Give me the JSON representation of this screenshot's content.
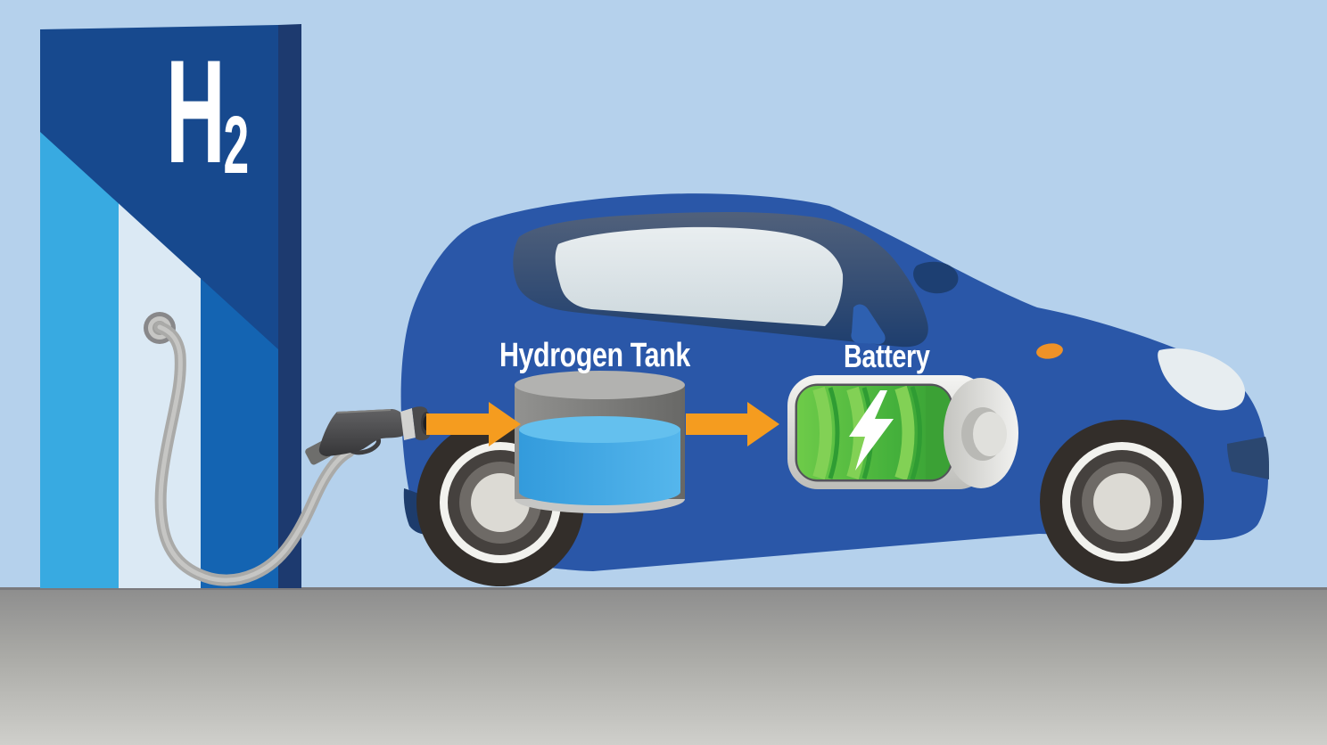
{
  "labels": {
    "station_symbol": "H",
    "station_symbol_subscript": "2",
    "hydrogen_tank": "Hydrogen Tank",
    "battery": "Battery"
  },
  "colors": {
    "sky": "#b5d1ec",
    "ground_top": "#8d8d8d",
    "ground_bottom": "#cfcfcb",
    "pillar_face": "#17498e",
    "pillar_stripe_cyan": "#38aae1",
    "pillar_stripe_pale": "#dbe9f4",
    "pillar_stripe_blue": "#1464b2",
    "pillar_side_edge": "#1d3a6f",
    "car_body": "#2a57a8",
    "window_frame_dark": "#1e3e6e",
    "window_glass": "#dde4e8",
    "arrow_orange": "#f59c1f",
    "hose_gray": "#aaaaa8",
    "nozzle_gray": "#3e3e40",
    "tank_top_metal": "#b2b2b0",
    "tank_liquid_blue": "#46aae4",
    "battery_green": "#4cba3e",
    "battery_case": "#ededeb",
    "lightning_white": "#ffffff",
    "turn_signal_orange": "#ef9227",
    "tire_dark": "#332e2a",
    "wheel_hub_light": "#dcdad4"
  }
}
